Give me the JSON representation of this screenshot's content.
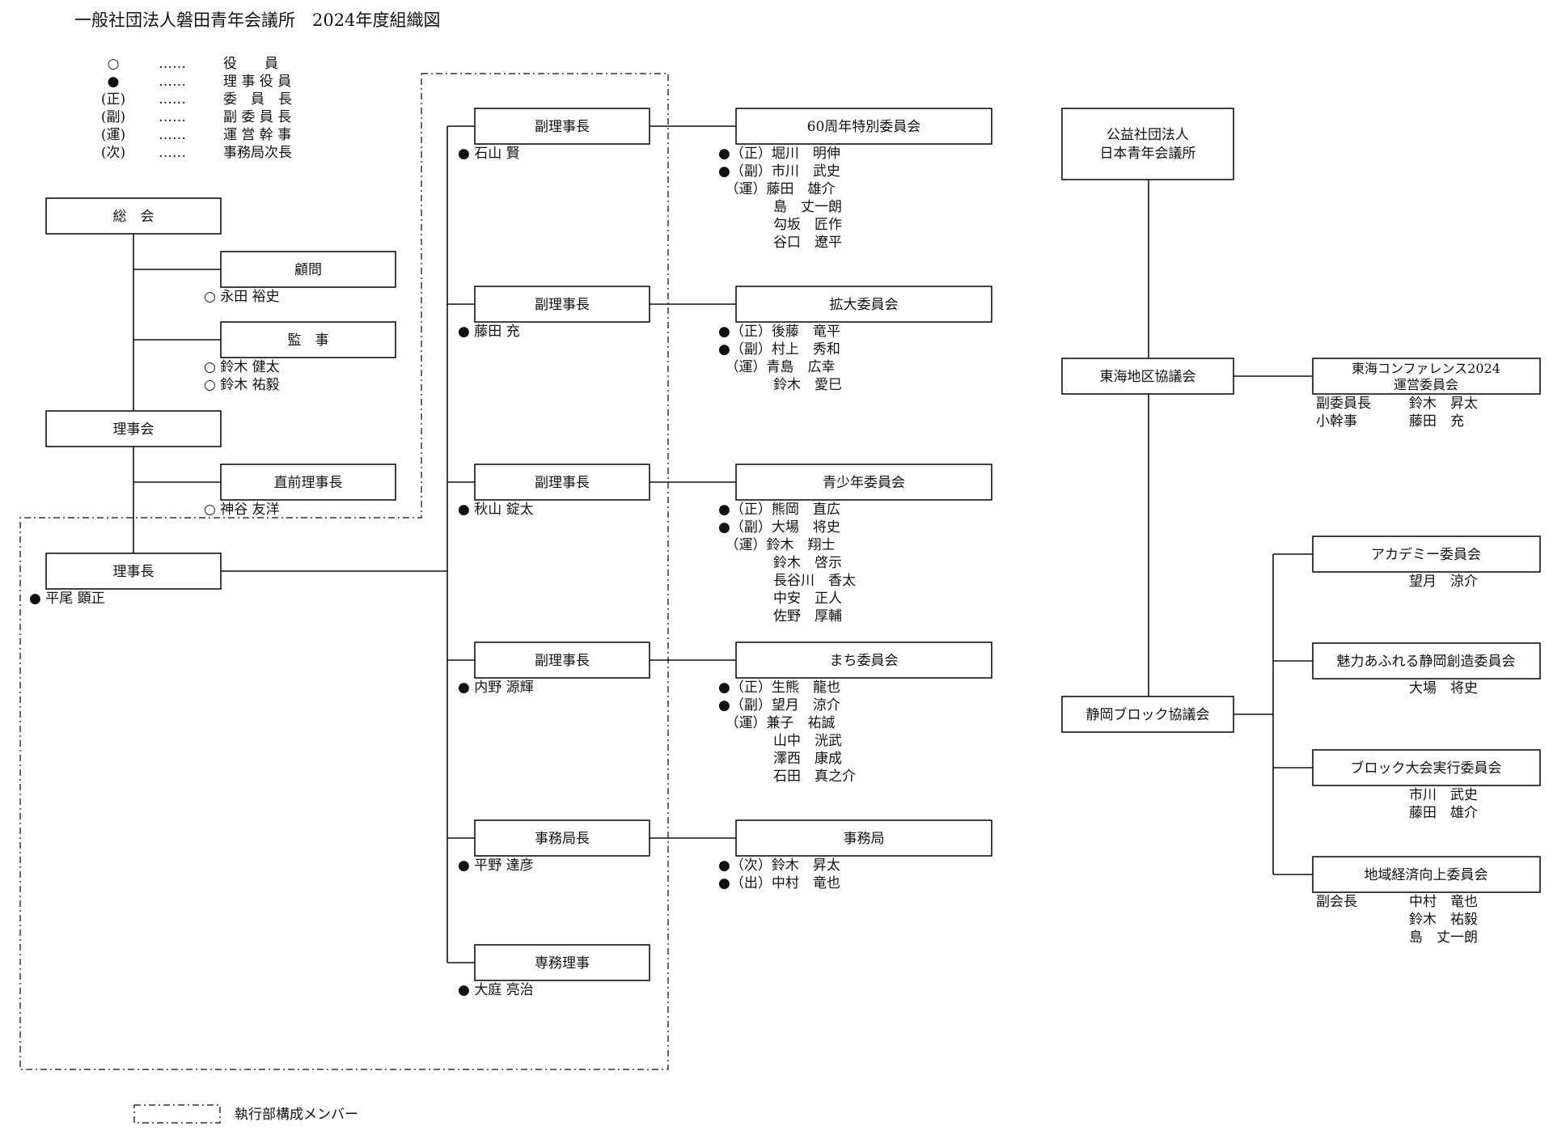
{
  "title": "一般社団法人磐田青年会議所　2024年度組織図",
  "legend": [
    {
      "symbol": "○",
      "dots": "……",
      "meaning": "役　　員"
    },
    {
      "symbol": "●",
      "dots": "……",
      "meaning": "理 事 役 員"
    },
    {
      "symbol": "(正)",
      "dots": "……",
      "meaning": "委　員　長"
    },
    {
      "symbol": "(副)",
      "dots": "……",
      "meaning": "副 委 員 長"
    },
    {
      "symbol": "(運)",
      "dots": "……",
      "meaning": "運 営 幹 事"
    },
    {
      "symbol": "(次)",
      "dots": "……",
      "meaning": "事務局次長"
    }
  ],
  "exec_legend": "執行部構成メンバー",
  "left": {
    "soukai": {
      "label": "総　会"
    },
    "komon": {
      "label": "顧問",
      "members": [
        "○ 永田 裕史"
      ]
    },
    "kanji": {
      "label": "監　事",
      "members": [
        "○ 鈴木 健太",
        "○ 鈴木 祐毅"
      ]
    },
    "rijikai": {
      "label": "理事会"
    },
    "zenrijicho": {
      "label": "直前理事長",
      "members": [
        "○ 神谷 友洋"
      ]
    },
    "rijicho": {
      "label": "理事長",
      "members": [
        "● 平尾 顕正"
      ]
    }
  },
  "middle": [
    {
      "label": "副理事長",
      "members": [
        "● 石山 賢"
      ]
    },
    {
      "label": "副理事長",
      "members": [
        "● 藤田 充"
      ]
    },
    {
      "label": "副理事長",
      "members": [
        "● 秋山 錠太"
      ]
    },
    {
      "label": "副理事長",
      "members": [
        "● 内野 源輝"
      ]
    },
    {
      "label": "事務局長",
      "members": [
        "● 平野 達彦"
      ]
    },
    {
      "label": "専務理事",
      "members": [
        "● 大庭 亮治"
      ]
    }
  ],
  "committees": [
    {
      "label": "60周年特別委員会",
      "members": [
        "●（正）堀川　明伸",
        "●（副）市川　武史",
        "　（運）藤田　雄介",
        "　　　　島　丈一朗",
        "　　　　勾坂　匠作",
        "　　　　谷口　遼平"
      ]
    },
    {
      "label": "拡大委員会",
      "members": [
        "●（正）後藤　竜平",
        "●（副）村上　秀和",
        "　（運）青島　広幸",
        "　　　　鈴木　愛巳"
      ]
    },
    {
      "label": "青少年委員会",
      "members": [
        "●（正）熊岡　直広",
        "●（副）大場　将史",
        "　（運）鈴木　翔士",
        "　　　　鈴木　啓示",
        "　　　　長谷川　香太",
        "　　　　中安　正人",
        "　　　　佐野　厚輔"
      ]
    },
    {
      "label": "まち委員会",
      "members": [
        "●（正）生熊　龍也",
        "●（副）望月　涼介",
        "　（運）兼子　祐誠",
        "　　　　山中　洸武",
        "　　　　澤西　康成",
        "　　　　石田　真之介"
      ]
    },
    {
      "label": "事務局",
      "members": [
        "●（次）鈴木　昇太",
        "●（出）中村　竜也"
      ]
    }
  ],
  "right": {
    "jci": {
      "line1": "公益社団法人",
      "line2": "日本青年会議所"
    },
    "tokai": {
      "label": "東海地区協議会"
    },
    "conference": {
      "line1": "東海コンファレンス2024",
      "line2": "運営委員会",
      "rows": [
        [
          "副委員長",
          "鈴木　昇太"
        ],
        [
          "小幹事",
          "藤田　充"
        ]
      ]
    },
    "shizuoka": {
      "label": "静岡ブロック協議会"
    },
    "block_committees": [
      {
        "label": "アカデミー委員会",
        "rows": [
          [
            "",
            "望月　涼介"
          ]
        ]
      },
      {
        "label": "魅力あふれる静岡創造委員会",
        "rows": [
          [
            "",
            "大場　将史"
          ]
        ]
      },
      {
        "label": "ブロック大会実行委員会",
        "rows": [
          [
            "",
            "市川　武史"
          ],
          [
            "",
            "藤田　雄介"
          ]
        ]
      },
      {
        "label": "地域経済向上委員会",
        "rows": [
          [
            "副会長",
            "中村　竜也"
          ],
          [
            "",
            "鈴木　祐毅"
          ],
          [
            "",
            "島　丈一朗"
          ]
        ]
      }
    ]
  }
}
